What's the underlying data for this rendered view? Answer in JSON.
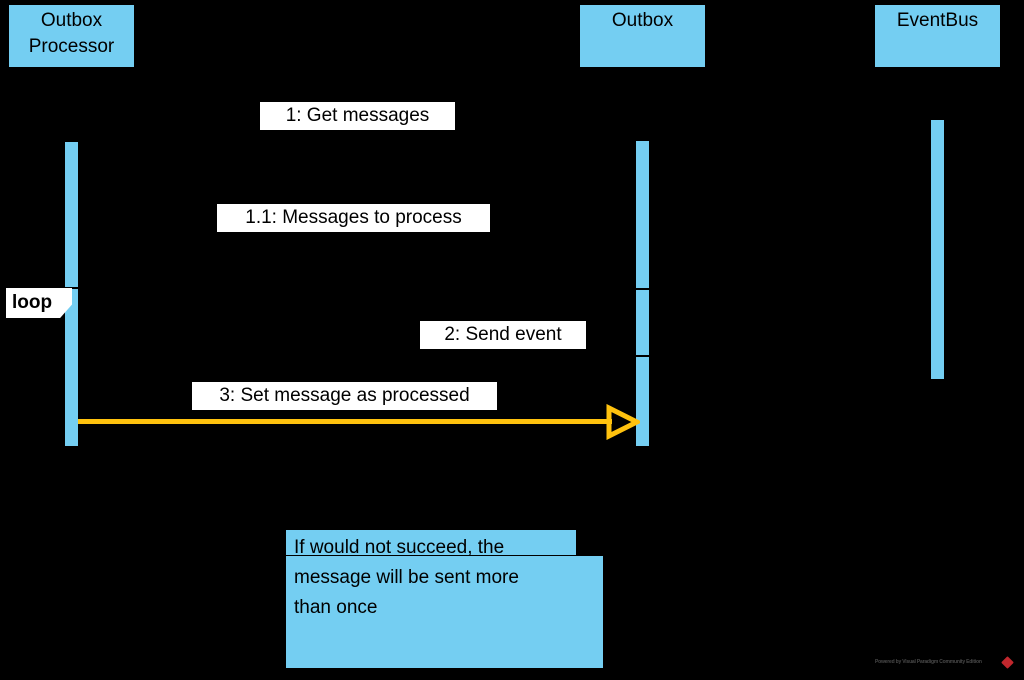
{
  "diagram": {
    "type": "uml-sequence-diagram",
    "background_color": "#000000",
    "participant_fill": "#74CEF2",
    "arrow_color": "#FFC20E",
    "label_fill": "#FFFFFF",
    "participants": [
      {
        "id": "outbox-processor",
        "name": "Outbox\nProcessor"
      },
      {
        "id": "outbox",
        "name": "Outbox"
      },
      {
        "id": "eventbus",
        "name": "EventBus"
      }
    ],
    "messages": [
      {
        "id": "m1",
        "label": "1: Get messages"
      },
      {
        "id": "m1-1",
        "label": "1.1: Messages to process"
      },
      {
        "id": "m2",
        "label": "2: Send event"
      },
      {
        "id": "m3",
        "label": "3: Set message as processed"
      }
    ],
    "fragment": {
      "operator": "loop"
    },
    "note": {
      "text": "If would not succeed, the\nmessage will be sent more\nthan once"
    },
    "watermark": {
      "text": "Powered by Visual Paradigm Community Edition"
    }
  }
}
